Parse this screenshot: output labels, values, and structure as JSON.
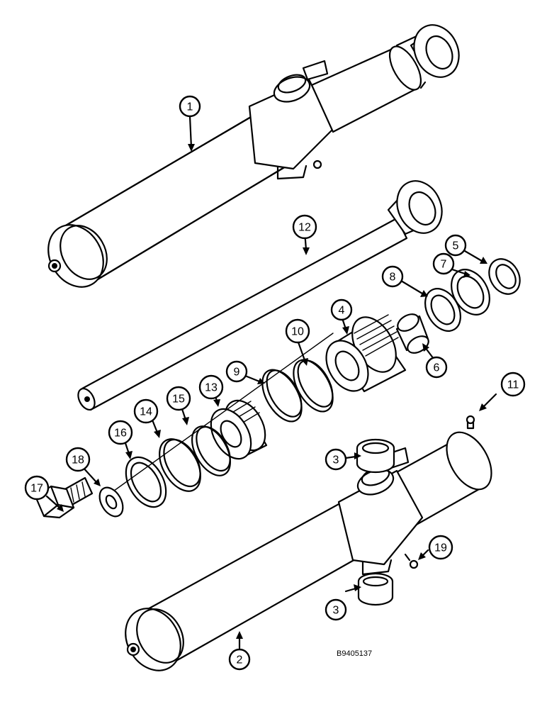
{
  "callouts": {
    "c1": "1",
    "c2": "2",
    "c3a": "3",
    "c3b": "3",
    "c4": "4",
    "c5": "5",
    "c6": "6",
    "c7": "7",
    "c8": "8",
    "c9": "9",
    "c10": "10",
    "c11": "11",
    "c12": "12",
    "c13": "13",
    "c14": "14",
    "c15": "15",
    "c16": "16",
    "c17": "17",
    "c18": "18",
    "c19": "19"
  },
  "figure_code": "B9405137"
}
